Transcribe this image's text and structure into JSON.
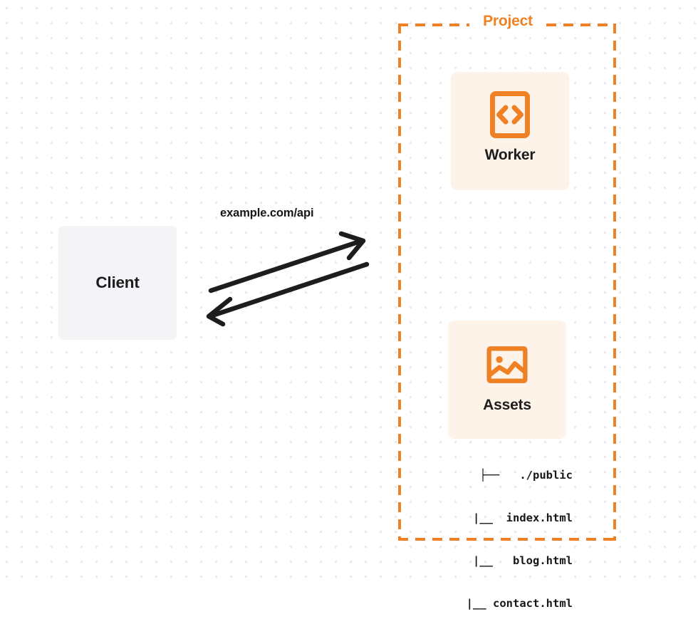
{
  "diagram": {
    "type": "architecture-flow",
    "background": {
      "style": "dot-grid",
      "dot_color": "#e9e9ec",
      "page_color": "#ffffff"
    },
    "colors": {
      "accent_orange": "#ef8124",
      "card_background": "#fdf3e9",
      "client_background": "#f4f4f6",
      "text_dark": "#17171a",
      "arrow": "#1d1d1f"
    }
  },
  "client": {
    "label": "Client",
    "icon": "client-box"
  },
  "connection": {
    "label": "example.com/api",
    "request_arrow": "arrow-right",
    "response_arrow": "arrow-left"
  },
  "project": {
    "title": "Project",
    "resources": [
      {
        "label": "Worker",
        "icon": "code-brackets-icon"
      },
      {
        "label": "Assets",
        "icon": "image-icon"
      }
    ],
    "file_tree": [
      "├──   ./public",
      "  |__  index.html",
      "  |__   blog.html",
      "  |__ contact.html"
    ]
  }
}
